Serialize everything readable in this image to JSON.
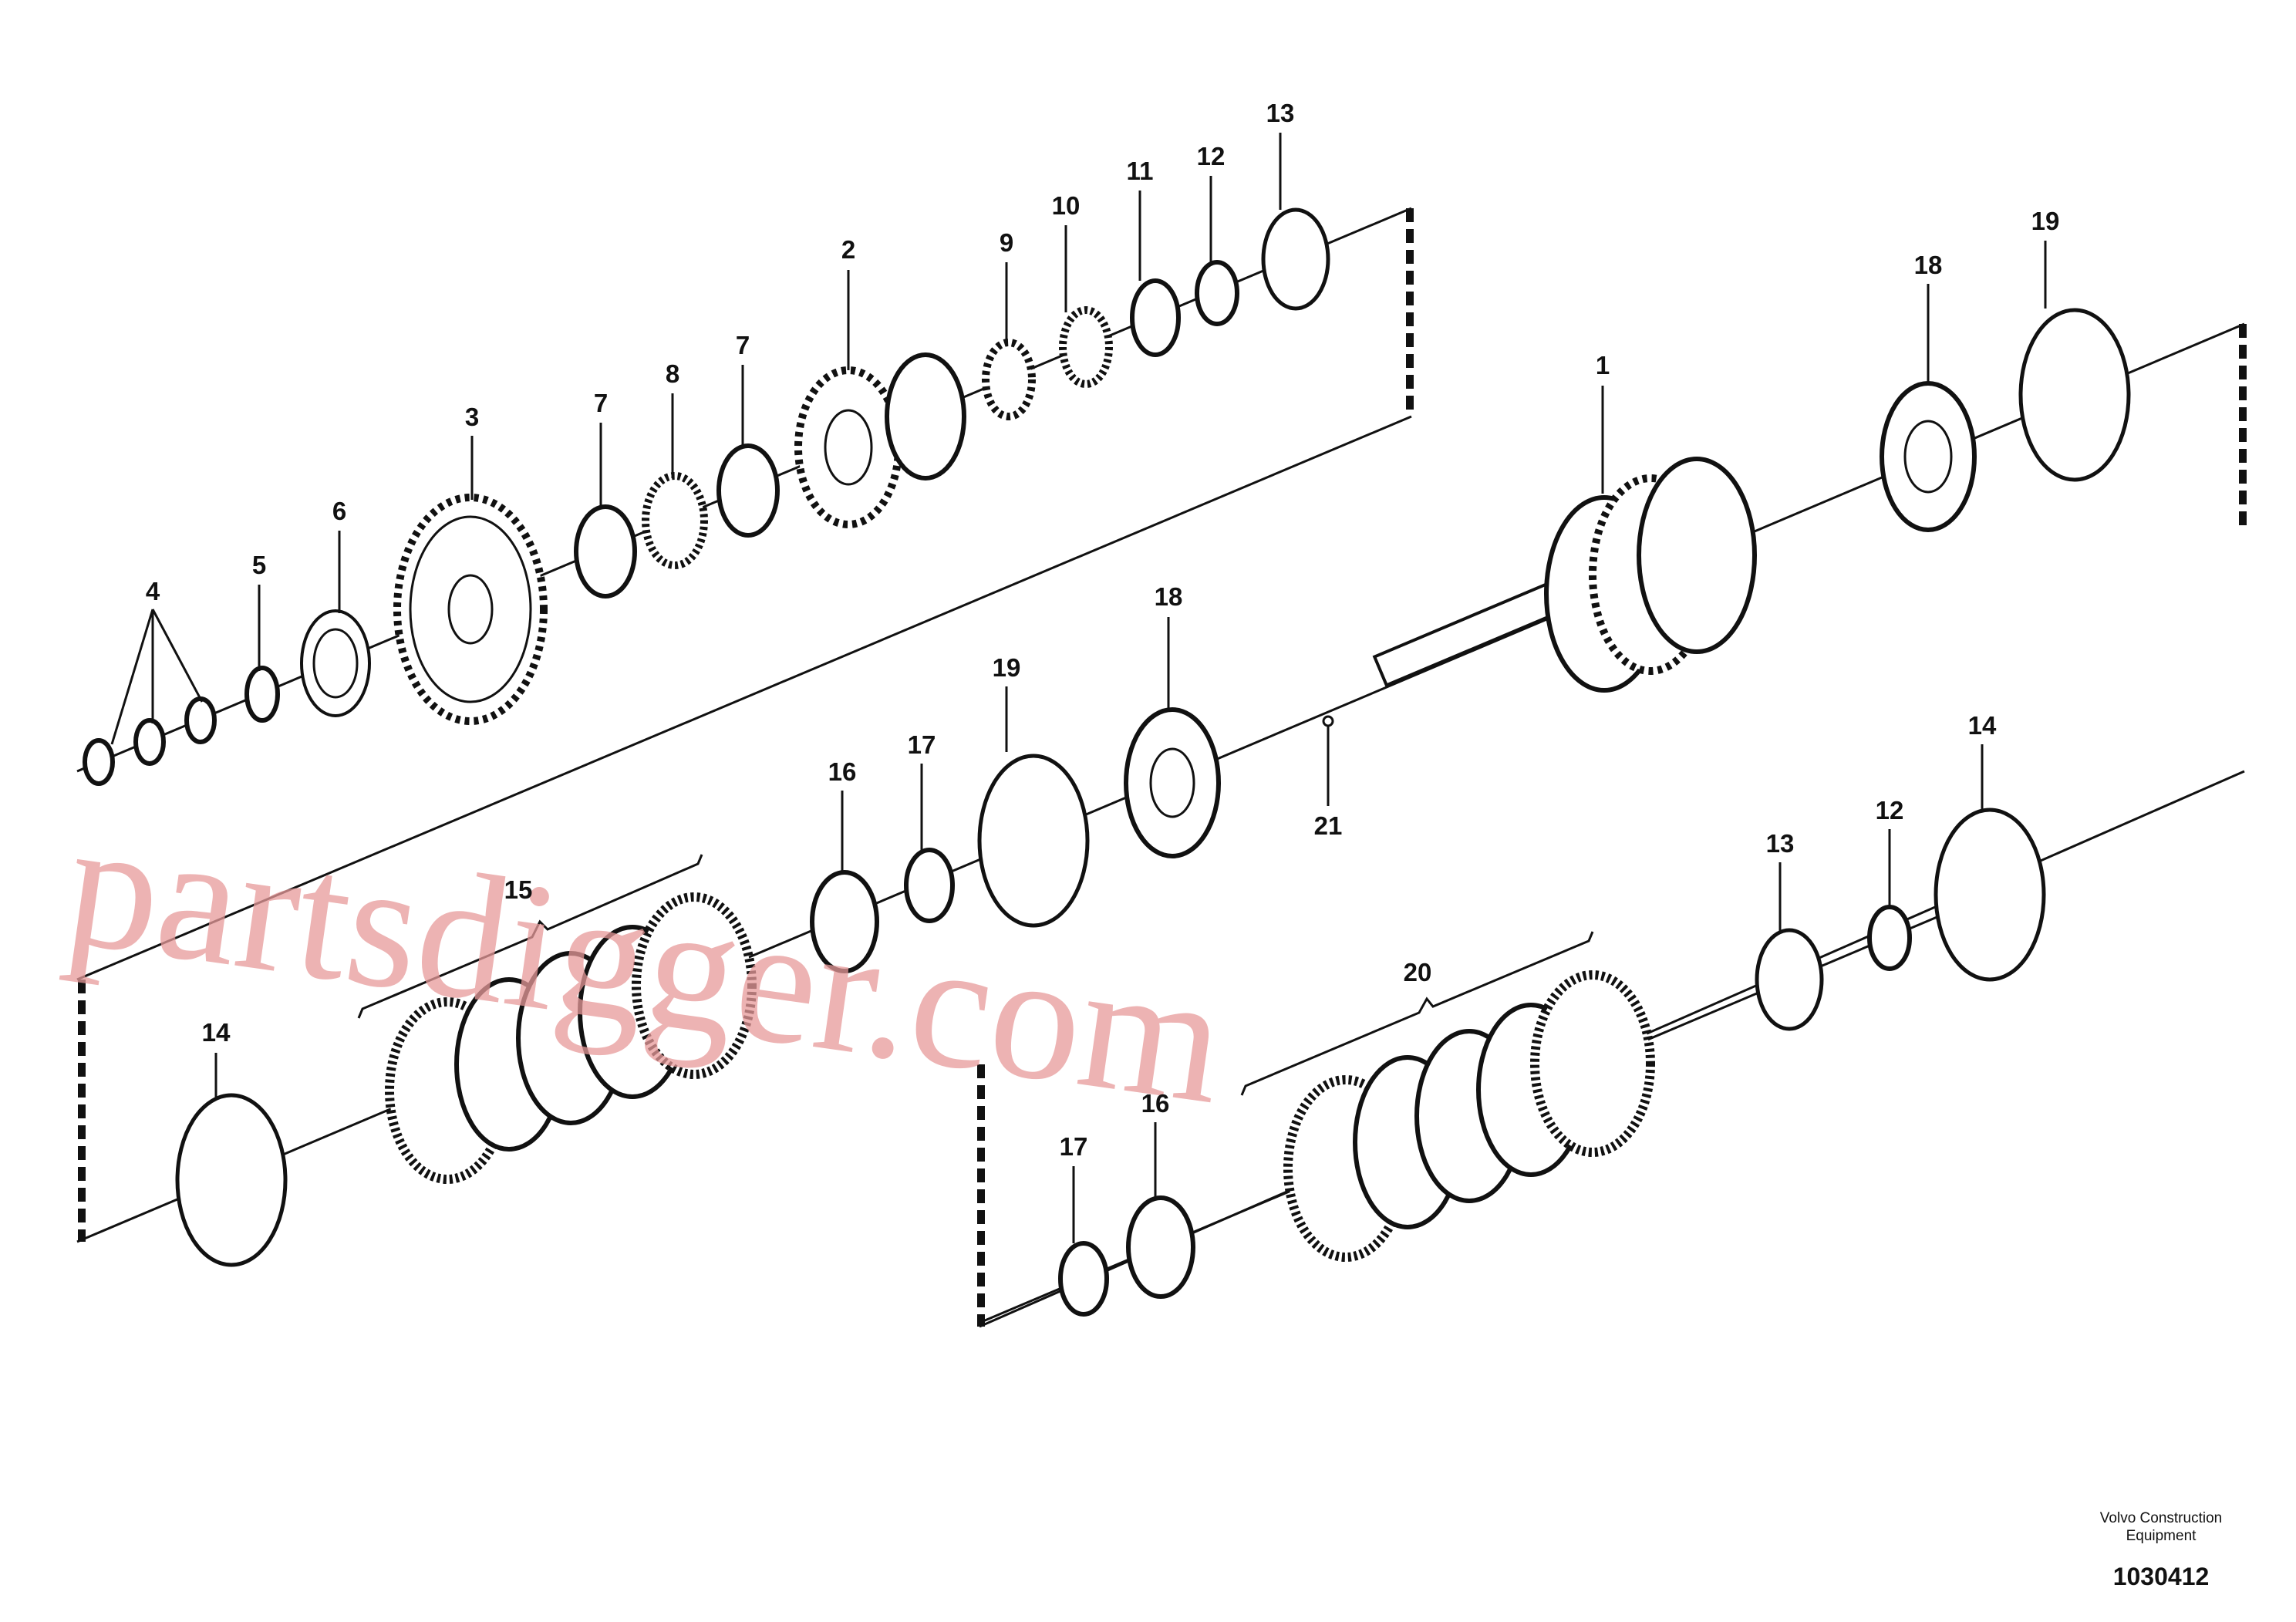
{
  "watermark": "partsdigger.com",
  "credit": {
    "company": "Volvo Construction Equipment",
    "drawing_number": "1030412"
  },
  "callouts": [
    "1",
    "2",
    "3",
    "4",
    "5",
    "6",
    "7",
    "7",
    "8",
    "9",
    "10",
    "11",
    "12",
    "13",
    "14",
    "15",
    "16",
    "17",
    "18",
    "19",
    "21",
    "18",
    "19",
    "14",
    "12",
    "13",
    "20",
    "14",
    "16",
    "17"
  ],
  "colors": {
    "line": "#111111",
    "watermark": "#e79a9a",
    "background": "#ffffff"
  }
}
